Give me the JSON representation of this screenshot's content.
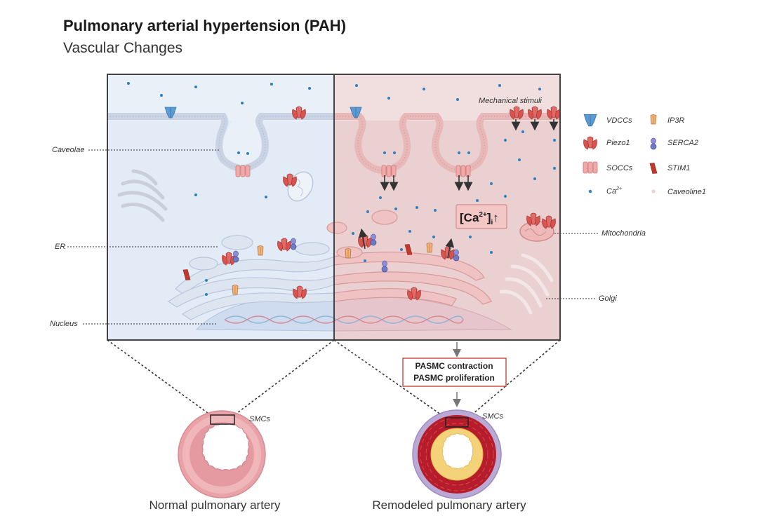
{
  "header": {
    "title": "Pulmonary arterial hypertension (PAH)",
    "subtitle": "Vascular Changes"
  },
  "labels": {
    "caveolae": "Caveolae",
    "er": "ER",
    "nucleus": "Nucleus",
    "mitochondria": "Mitochondria",
    "golgi": "Golgi",
    "mechanical_stimuli": "Mechanical stimuli",
    "calcium_main": "[Ca",
    "calcium_sup": "2+",
    "calcium_sub": "i",
    "calcium_arrow": "↑",
    "outcome_line1": "PASMC contraction",
    "outcome_line2": "PASMC proliferation",
    "smcs_left": "SMCs",
    "smcs_right": "SMCs",
    "normal_caption": "Normal pulmonary artery",
    "remodeled_caption": "Remodeled pulmonary artery"
  },
  "legend": {
    "items": [
      {
        "label": "VDCCs",
        "icon": "vdcc-channel-icon"
      },
      {
        "label": "Piezo1",
        "icon": "piezo1-channel-icon"
      },
      {
        "label": "SOCCs",
        "icon": "socc-channel-icon"
      },
      {
        "label": "Ca",
        "sup": "2+",
        "icon": "calcium-ion-icon"
      },
      {
        "label": "IP3R",
        "icon": "ip3r-receptor-icon"
      },
      {
        "label": "SERCA2",
        "icon": "serca2-pump-icon"
      },
      {
        "label": "STIM1",
        "icon": "stim1-protein-icon"
      },
      {
        "label": "Caveoline1",
        "icon": "caveolin1-icon"
      }
    ]
  },
  "colors": {
    "normal_panel": "#eaf0f8",
    "pah_panel": "#f1dede",
    "membrane_normal": "#c9d3e3",
    "membrane_pah": "#e8b8b8",
    "calcium": "#2f7fc1",
    "piezo": "#d9534f",
    "vdcc": "#5b9bd5",
    "outcome_border": "#c0392b"
  }
}
